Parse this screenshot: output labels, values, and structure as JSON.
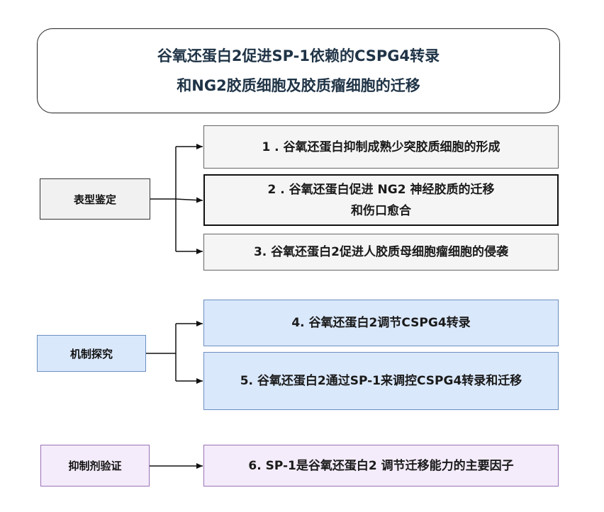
{
  "title": {
    "line1": "谷氧还蛋白2促进SP-1依赖的CSPG4转录",
    "line2": "和NG2胶质细胞及胶质瘤细胞的迁移"
  },
  "groups": [
    {
      "label": "表型鉴定",
      "items": [
        [
          "1 . 谷氧还蛋白抑制成熟少突胶质细胞的形成"
        ],
        [
          "2 . 谷氧还蛋白促进 NG2 神经胶质的迁移",
          "和伤口愈合"
        ],
        [
          "3. 谷氧还蛋白2促进人胶质母细胞瘤细胞的侵袭"
        ]
      ]
    },
    {
      "label": "机制探究",
      "items": [
        [
          "4. 谷氧还蛋白2调节CSPG4转录"
        ],
        [
          "5. 谷氧还蛋白2通过SP-1来调控CSPG4转录和迁移"
        ]
      ]
    },
    {
      "label": "抑制剂验证",
      "items": [
        [
          "6. SP-1是谷氧还蛋白2 调节迁移能力的主要因子"
        ]
      ]
    }
  ]
}
